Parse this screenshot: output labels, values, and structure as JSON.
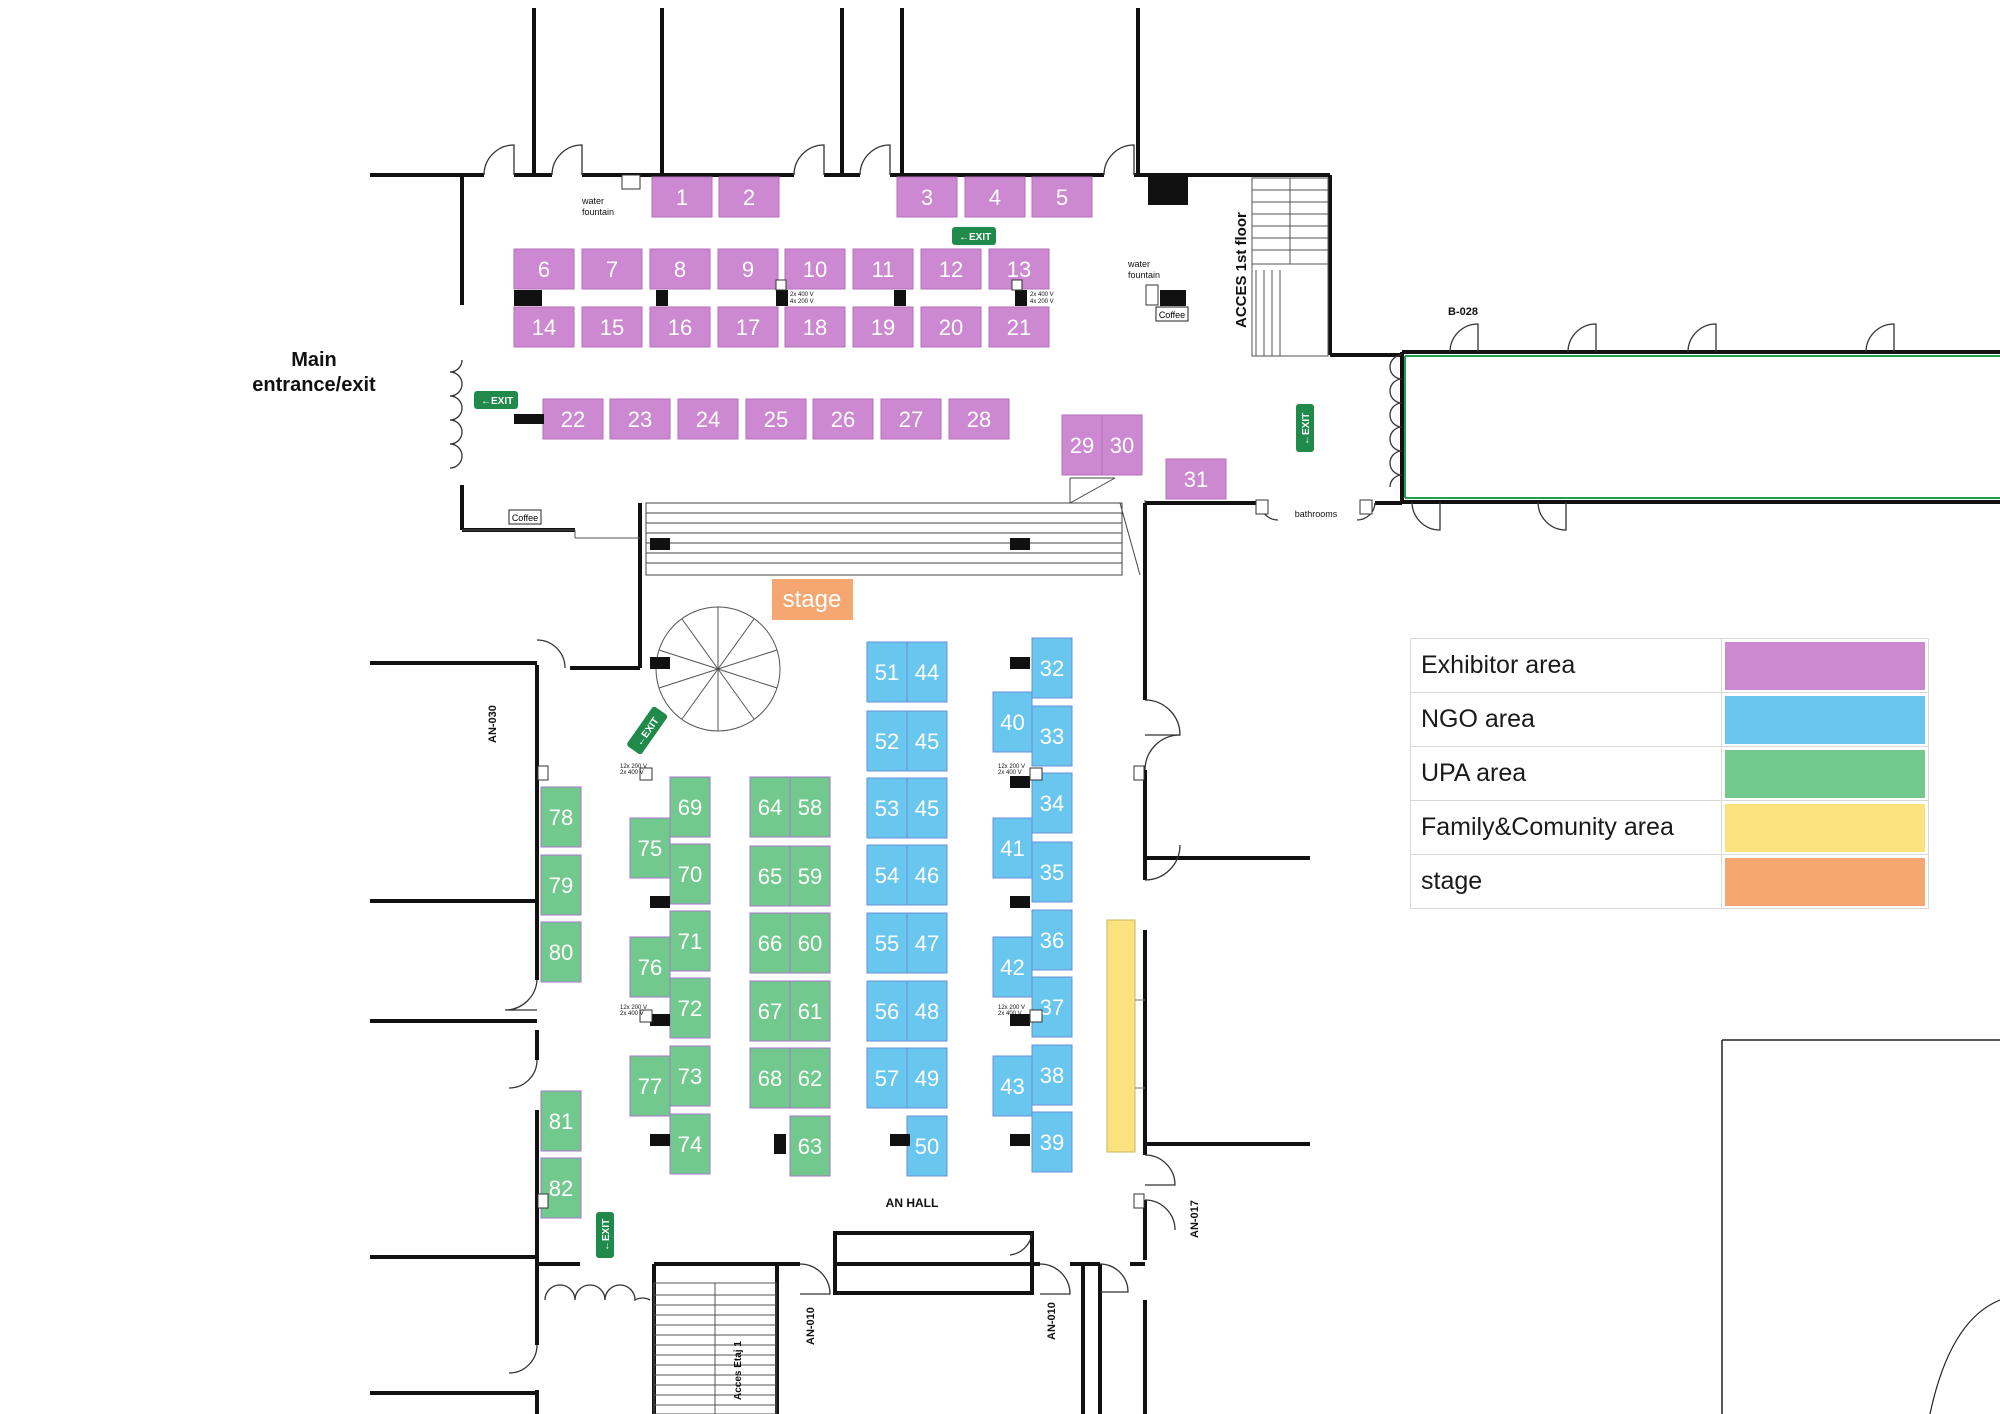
{
  "map": {
    "main_entrance": [
      "Main",
      "entrance/exit"
    ],
    "access_first_floor": "ACCES 1st floor",
    "room_b028": "B-028",
    "room_an030": "AN-030",
    "room_an017": "AN-017",
    "room_an010_a": "AN-010",
    "room_an010_b": "AN-010",
    "an_hall": "AN HALL",
    "bathrooms": "bathrooms",
    "stage_label": "stage",
    "stairs_label": "Acces Etaj 1",
    "water_fountain": [
      "water",
      "fountain"
    ],
    "coffee": "Coffee",
    "exit_sign": "EXIT",
    "power_a": [
      "2x 400 V",
      "4x 200 V"
    ],
    "power_b": [
      "12x 200 V",
      "2x 400 V"
    ]
  },
  "colors": {
    "exhibitor": "#cc88d0",
    "ngo": "#69c6ef",
    "upa": "#72c98d",
    "family": "#fbe27f",
    "stage": "#f6a671",
    "exit_green": "#1f8a4a"
  },
  "booths": {
    "exhibitor": [
      "1",
      "2",
      "3",
      "4",
      "5",
      "6",
      "7",
      "8",
      "9",
      "10",
      "11",
      "12",
      "13",
      "14",
      "15",
      "16",
      "17",
      "18",
      "19",
      "20",
      "21",
      "22",
      "23",
      "24",
      "25",
      "26",
      "27",
      "28",
      "29",
      "30",
      "31"
    ],
    "ngo": [
      "32",
      "33",
      "34",
      "35",
      "36",
      "37",
      "38",
      "39",
      "40",
      "41",
      "42",
      "43",
      "44",
      "45",
      "45",
      "46",
      "47",
      "48",
      "49",
      "50",
      "51",
      "52",
      "53",
      "54",
      "55",
      "56",
      "57"
    ],
    "upa": [
      "58",
      "59",
      "60",
      "61",
      "62",
      "63",
      "64",
      "65",
      "66",
      "67",
      "68",
      "69",
      "70",
      "71",
      "72",
      "73",
      "74",
      "75",
      "76",
      "77",
      "78",
      "79",
      "80",
      "81",
      "82"
    ]
  },
  "legend": [
    {
      "label": "Exhibitor area",
      "color": "#cc88d0"
    },
    {
      "label": "NGO area",
      "color": "#69c6ef"
    },
    {
      "label": "UPA area",
      "color": "#72c98d"
    },
    {
      "label": "Family&Comunity area",
      "color": "#fbe27f"
    },
    {
      "label": "stage",
      "color": "#f6a671"
    }
  ]
}
